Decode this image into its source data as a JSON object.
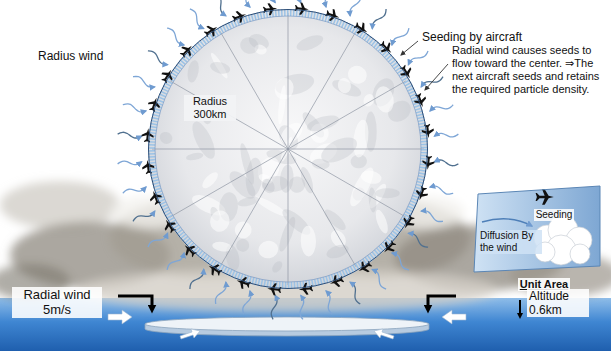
{
  "diagram": {
    "nodes": [
      {
        "text": [
          "Radius 300km"
        ]
      },
      {
        "text": [
          "Seeding",
          "Diffusion By the wind",
          "Unit Area"
        ]
      }
    ],
    "labels": [
      "Radius wind",
      "Seeding by aircraft",
      "Radial wind causes seeds to flow toward the center. ⇒The next aircraft seeds and retains the required particle density.",
      "Radial wind 5m/s",
      "Altitude 0.6km"
    ]
  }
}
